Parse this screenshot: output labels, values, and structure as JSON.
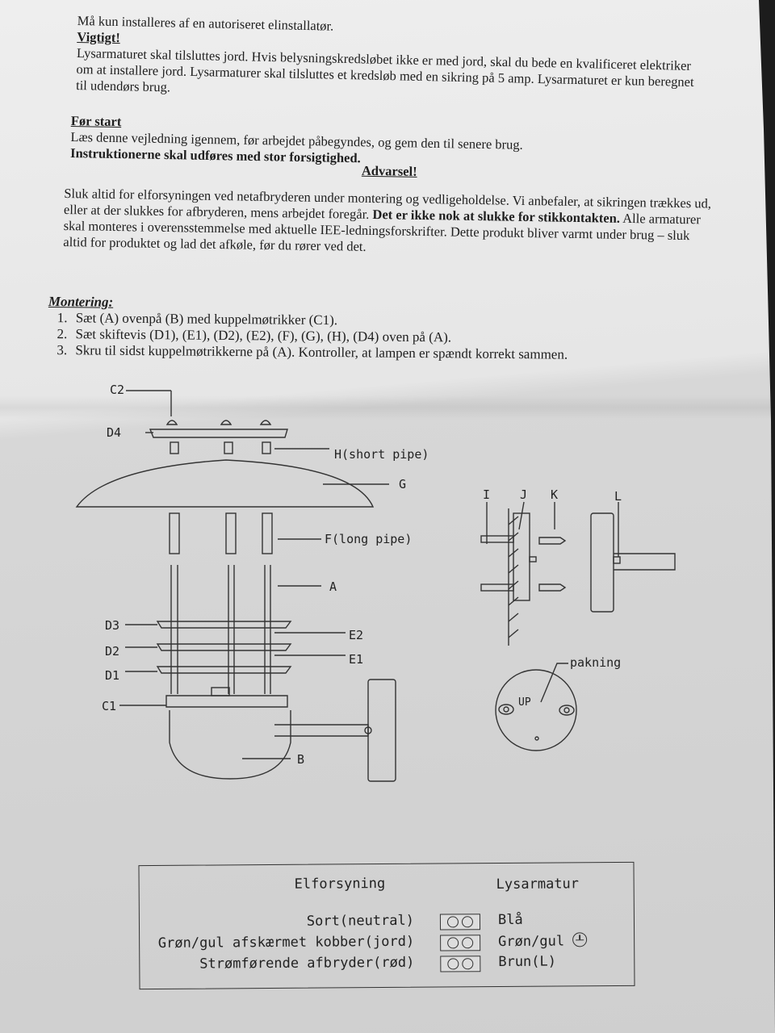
{
  "intro": {
    "line1": "Må kun installeres af en autoriseret elinstallatør.",
    "important_heading": "Vigtigt!",
    "important_text": "Lysarmaturet skal tilsluttes jord. Hvis belysningskredsløbet ikke er med jord, skal du bede en kvalificeret elektriker om at installere jord. Lysarmaturer skal tilsluttes et kredsløb med en sikring på 5 amp. Lysarmaturet er kun beregnet til udendørs brug."
  },
  "before_start": {
    "heading": "Før start",
    "text": "Læs denne vejledning igennem, før arbejdet påbegyndes, og gem den til senere brug.",
    "bold_text": "Instruktionerne skal udføres med stor forsigtighed."
  },
  "warning": {
    "heading": "Advarsel!",
    "text1": "Sluk altid for elforsyningen ved netafbryderen under montering og vedligeholdelse. Vi anbefaler, at sikringen trækkes ud, eller at der slukkes for afbryderen, mens arbejdet foregår. ",
    "bold": "Det er ikke nok at slukke for stikkontakten.",
    "text2": " Alle armaturer skal monteres i overensstemmelse med aktuelle IEE-ledningsforskrifter. Dette produkt bliver varmt under brug – sluk altid for produktet og lad det afkøle, før du rører ved det."
  },
  "mounting": {
    "heading": "Montering:",
    "steps": [
      "Sæt (A) ovenpå (B) med kuppelmøtrikker (C1).",
      "Sæt skiftevis (D1), (E1), (D2), (E2), (F), (G), (H), (D4) oven på (A).",
      "Skru til sidst kuppelmøtrikkerne på (A). Kontroller, at lampen er spændt korrekt sammen."
    ]
  },
  "diagram_labels": {
    "c2": "C2",
    "d4": "D4",
    "h": "H(short pipe)",
    "g": "G",
    "f": "F(long pipe)",
    "a": "A",
    "d3": "D3",
    "e2": "E2",
    "d2": "D2",
    "e1": "E1",
    "d1": "D1",
    "c1": "C1",
    "b": "B",
    "i": "I",
    "j": "J",
    "k": "K",
    "l": "L",
    "pakning": "pakning",
    "up": "UP"
  },
  "wiring": {
    "left_header": "Elforsyning",
    "right_header": "Lysarmatur",
    "rows": [
      {
        "left": "Sort(neutral)",
        "right": "Blå"
      },
      {
        "left": "Grøn/gul afskærmet kobber(jord)",
        "right": "Grøn/gul"
      },
      {
        "left": "Strømførende afbryder(rød)",
        "right": "Brun(L)"
      }
    ]
  }
}
